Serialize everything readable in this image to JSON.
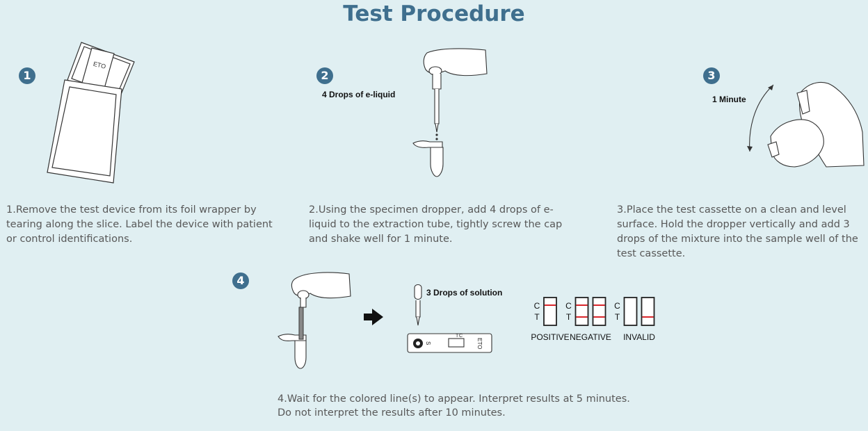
{
  "title": "Test Procedure",
  "steps": [
    {
      "number": "1",
      "text": "1.Remove the test device from its foil wrapper by tearing along the slice. Label the device with patient or control identifications.",
      "device_label": "ETO"
    },
    {
      "number": "2",
      "text": "2.Using the specimen dropper, add 4 drops of e-liquid to the extraction tube, tightly screw the cap and shake well for 1 minute.",
      "annotation": "4 Drops of e-liquid"
    },
    {
      "number": "3",
      "text": "3.Place the test cassette on a clean and level surface. Hold the dropper vertically and add 3 drops of the mixture into the sample well of the test cassette.",
      "annotation": "1 Minute"
    },
    {
      "number": "4",
      "text_line1": "4.Wait for the colored line(s) to appear. Interpret results at 5 minutes.",
      "text_line2": "Do not interpret the results after 10 minutes.",
      "annotation": "3 Drops of solution",
      "cassette_label": "ETO",
      "cassette_marks": {
        "sample": "S",
        "control": "C",
        "test": "T"
      }
    }
  ],
  "results": {
    "c_label": "C",
    "t_label": "T",
    "items": [
      {
        "label": "POSITIVE",
        "panels": [
          {
            "c": true,
            "t": false
          }
        ]
      },
      {
        "label": "NEGATIVE",
        "panels": [
          {
            "c": true,
            "t": true
          },
          {
            "c": true,
            "t": true
          }
        ]
      },
      {
        "label": "INVALID",
        "panels": [
          {
            "c": false,
            "t": false
          },
          {
            "c": false,
            "t": true
          }
        ]
      }
    ]
  },
  "colors": {
    "accent": "#3f6f8e",
    "line": "#d9262b",
    "background": "#e0eff2"
  }
}
